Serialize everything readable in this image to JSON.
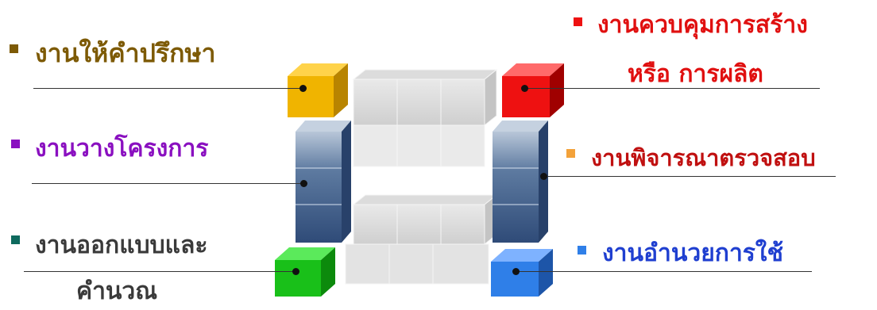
{
  "colors": {
    "consulting": "#f0b400",
    "construction": "#ee1111",
    "planning": "#8a10c0",
    "inspection": "#f3a23a",
    "design": "#0e6a5e",
    "facilitation": "#2f7fe8",
    "label_consulting": "#7d5a05",
    "label_construction": "#e01010",
    "label_planning": "#8a10c0",
    "label_inspection": "#c01010",
    "label_design": "#3a3a3a",
    "label_facilitation": "#1f3fd0"
  },
  "items": {
    "consulting": {
      "label": "งานให้คำปรึกษา",
      "bullet_icon": "square-bullet-icon",
      "cube_icon": "yellow-cube-icon"
    },
    "construction": {
      "label_line1": "งานควบคุมการสร้าง",
      "label_line2": "หรือ  การผลิต",
      "bullet_icon": "square-bullet-icon",
      "cube_icon": "red-cube-icon"
    },
    "planning": {
      "label": "งานวางโครงการ",
      "bullet_icon": "square-bullet-icon",
      "cube_icon": "left-blue-pillar-icon"
    },
    "inspection": {
      "label": "งานพิจารณาตรวจสอบ",
      "bullet_icon": "square-bullet-icon",
      "cube_icon": "right-blue-pillar-icon"
    },
    "design": {
      "label_line1": "งานออกแบบและ",
      "label_line2": "คำนวณ",
      "bullet_icon": "square-bullet-icon",
      "cube_icon": "green-cube-icon"
    },
    "facilitation": {
      "label": "งานอำนวยการใช้",
      "bullet_icon": "square-bullet-icon",
      "cube_icon": "blue-cube-icon"
    }
  }
}
